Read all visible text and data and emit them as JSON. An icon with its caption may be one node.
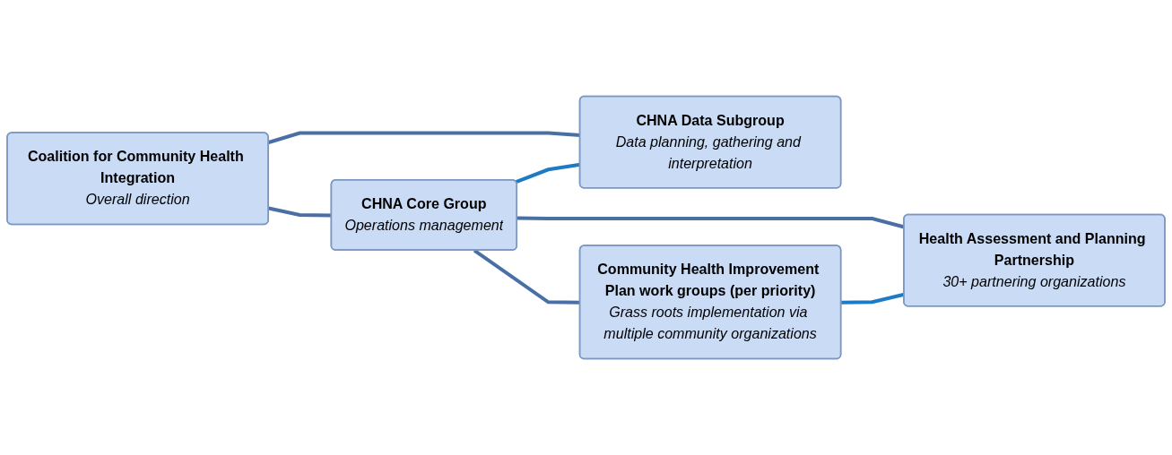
{
  "diagram": {
    "nodes": [
      {
        "text": [
          "Coalition for Community Health Integration",
          "Overall direction"
        ]
      },
      {
        "text": [
          "CHNA Core Group",
          "Operations management"
        ]
      },
      {
        "text": [
          "CHNA Data Subgroup",
          "Data planning, gathering and interpretation"
        ]
      },
      {
        "text": [
          "Community Health Improvement Plan work groups (per priority)",
          "Grass roots implementation via multiple community organizations"
        ]
      },
      {
        "text": [
          "Health Assessment and Planning Partnership",
          "30+ partnering organizations"
        ]
      }
    ],
    "edges": [
      {
        "from": 0,
        "to": 1,
        "arrow": "none"
      },
      {
        "from": 0,
        "to": 2,
        "arrow": "none"
      },
      {
        "from": 1,
        "to": 2,
        "arrow": "none",
        "color": "#1f7ac4"
      },
      {
        "from": 1,
        "to": 3,
        "arrow": "none"
      },
      {
        "from": 1,
        "to": 4,
        "arrow": "none"
      },
      {
        "from": 3,
        "to": 4,
        "arrow": "none",
        "color": "#1f7ac4"
      }
    ]
  }
}
